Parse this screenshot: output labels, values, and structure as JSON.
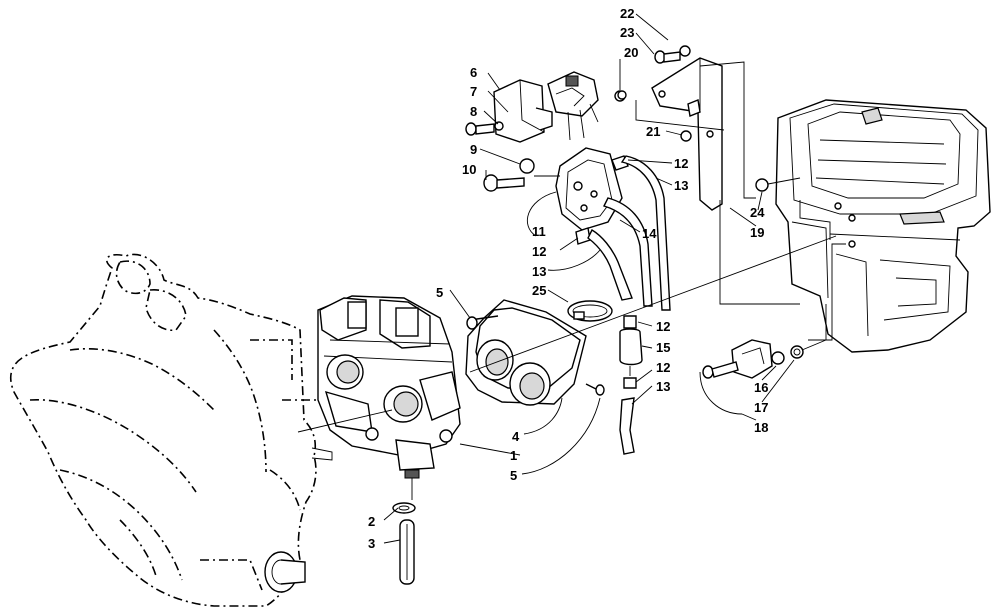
{
  "diagram": {
    "type": "exploded-parts-diagram",
    "callouts": {
      "c1": "1",
      "c2": "2",
      "c3": "3",
      "c4": "4",
      "c5a": "5",
      "c5b": "5",
      "c6": "6",
      "c7": "7",
      "c8": "8",
      "c9": "9",
      "c10": "10",
      "c11": "11",
      "c12a": "12",
      "c12b": "12",
      "c12c": "12",
      "c12d": "12",
      "c13a": "13",
      "c13b": "13",
      "c13c": "13",
      "c14": "14",
      "c15": "15",
      "c16": "16",
      "c17": "17",
      "c18": "18",
      "c19": "19",
      "c20": "20",
      "c21": "21",
      "c22": "22",
      "c23": "23",
      "c24": "24",
      "c25": "25"
    }
  }
}
